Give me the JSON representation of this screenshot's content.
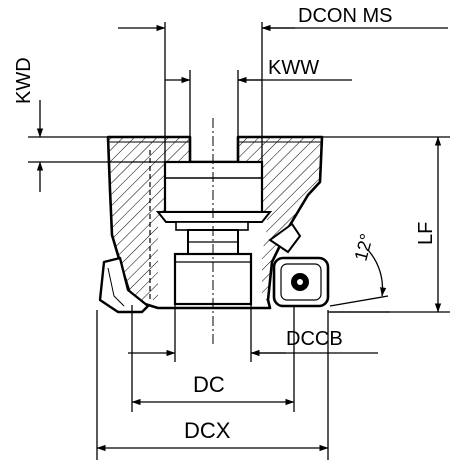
{
  "dimensions": {
    "dcon": "DCON MS",
    "kww": "KWW",
    "kwd": "KWD",
    "lf": "LF",
    "angle": "12°",
    "dccb": "DCCB",
    "dc": "DC",
    "dcx": "DCX"
  },
  "colors": {
    "line": "#000000",
    "background": "#ffffff"
  }
}
